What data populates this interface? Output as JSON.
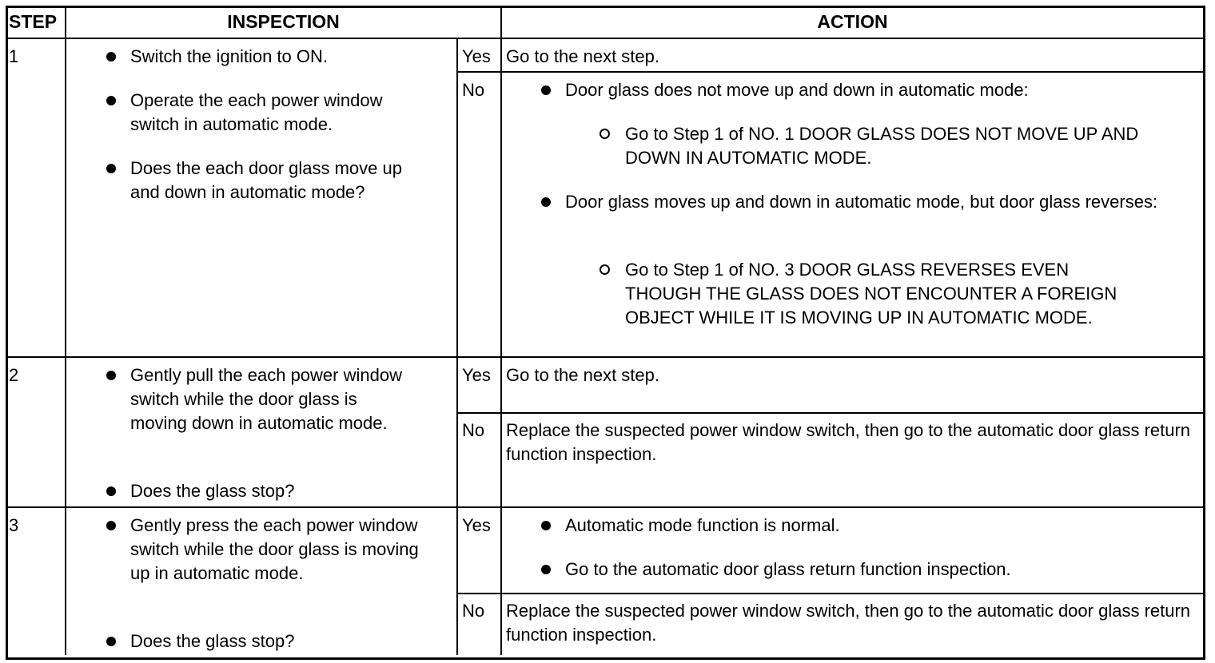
{
  "headers": {
    "step": "STEP",
    "inspection": "INSPECTION",
    "action": "ACTION"
  },
  "rows": [
    {
      "step": "1",
      "inspection": [
        "Switch the ignition to ON.",
        "Operate the each power window switch in automatic mode.",
        "Does the each door glass move up and down in automatic mode?"
      ],
      "yes": {
        "label": "Yes",
        "action": "Go to the next step."
      },
      "no": {
        "label": "No",
        "items": [
          {
            "text": "Door glass does not move up and down in automatic mode:",
            "sub": "Go to Step 1 of NO. 1 DOOR GLASS DOES NOT MOVE UP AND DOWN IN AUTOMATIC MODE."
          },
          {
            "text": "Door glass moves up and down in automatic mode, but door glass reverses:",
            "sub": "Go to Step 1 of NO. 3 DOOR GLASS REVERSES EVEN THOUGH THE GLASS DOES NOT ENCOUNTER A FOREIGN OBJECT WHILE IT IS MOVING UP IN AUTOMATIC MODE."
          }
        ]
      }
    },
    {
      "step": "2",
      "inspection": [
        "Gently pull the each power window switch while the door glass is moving down in automatic mode.",
        "Does the glass stop?"
      ],
      "yes": {
        "label": "Yes",
        "action": "Go to the next step."
      },
      "no": {
        "label": "No",
        "action": "Replace the suspected power window switch, then go to the automatic door glass return function inspection."
      }
    },
    {
      "step": "3",
      "inspection": [
        "Gently press the each power window switch while the door glass is moving up in automatic mode.",
        "Does the glass stop?"
      ],
      "yes": {
        "label": "Yes",
        "items": [
          "Automatic mode function is normal.",
          "Go to the automatic door glass return function inspection."
        ]
      },
      "no": {
        "label": "No",
        "action": "Replace the suspected power window switch, then go to the automatic door glass return function inspection."
      }
    }
  ]
}
